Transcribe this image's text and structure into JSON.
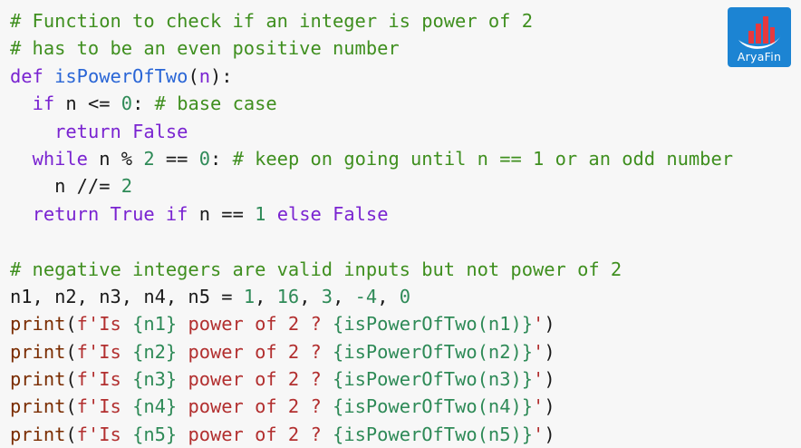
{
  "logo": {
    "text": "AryaFin"
  },
  "code_lines": [
    [
      {
        "t": "# Function to check if an integer is power of 2",
        "c": "comment"
      }
    ],
    [
      {
        "t": "# has to be an even positive number",
        "c": "comment"
      }
    ],
    [
      {
        "t": "def",
        "c": "keyword"
      },
      {
        "t": " ",
        "c": "plain"
      },
      {
        "t": "isPowerOfTwo",
        "c": "func"
      },
      {
        "t": "(",
        "c": "plain"
      },
      {
        "t": "n",
        "c": "keyword"
      },
      {
        "t": "):",
        "c": "plain"
      }
    ],
    [
      {
        "t": "  ",
        "c": "plain"
      },
      {
        "t": "if",
        "c": "keyword"
      },
      {
        "t": " n <= ",
        "c": "plain"
      },
      {
        "t": "0",
        "c": "num"
      },
      {
        "t": ": ",
        "c": "plain"
      },
      {
        "t": "# base case",
        "c": "comment"
      }
    ],
    [
      {
        "t": "    ",
        "c": "plain"
      },
      {
        "t": "return",
        "c": "keyword"
      },
      {
        "t": " ",
        "c": "plain"
      },
      {
        "t": "False",
        "c": "keyword"
      }
    ],
    [
      {
        "t": "  ",
        "c": "plain"
      },
      {
        "t": "while",
        "c": "keyword"
      },
      {
        "t": " n % ",
        "c": "plain"
      },
      {
        "t": "2",
        "c": "num"
      },
      {
        "t": " == ",
        "c": "plain"
      },
      {
        "t": "0",
        "c": "num"
      },
      {
        "t": ": ",
        "c": "plain"
      },
      {
        "t": "# keep on going until n == 1 or an odd number",
        "c": "comment"
      }
    ],
    [
      {
        "t": "    n //= ",
        "c": "plain"
      },
      {
        "t": "2",
        "c": "num"
      }
    ],
    [
      {
        "t": "  ",
        "c": "plain"
      },
      {
        "t": "return",
        "c": "keyword"
      },
      {
        "t": " ",
        "c": "plain"
      },
      {
        "t": "True",
        "c": "keyword"
      },
      {
        "t": " ",
        "c": "plain"
      },
      {
        "t": "if",
        "c": "keyword"
      },
      {
        "t": " n == ",
        "c": "plain"
      },
      {
        "t": "1",
        "c": "num"
      },
      {
        "t": " ",
        "c": "plain"
      },
      {
        "t": "else",
        "c": "keyword"
      },
      {
        "t": " ",
        "c": "plain"
      },
      {
        "t": "False",
        "c": "keyword"
      }
    ],
    [
      {
        "t": "",
        "c": "plain"
      }
    ],
    [
      {
        "t": "# negative integers are valid inputs but not power of 2",
        "c": "comment"
      }
    ],
    [
      {
        "t": "n1, n2, n3, n4, n5 = ",
        "c": "plain"
      },
      {
        "t": "1",
        "c": "num"
      },
      {
        "t": ", ",
        "c": "plain"
      },
      {
        "t": "16",
        "c": "num"
      },
      {
        "t": ", ",
        "c": "plain"
      },
      {
        "t": "3",
        "c": "num"
      },
      {
        "t": ", ",
        "c": "plain"
      },
      {
        "t": "-4",
        "c": "num"
      },
      {
        "t": ", ",
        "c": "plain"
      },
      {
        "t": "0",
        "c": "num"
      }
    ],
    [
      {
        "t": "print",
        "c": "call"
      },
      {
        "t": "(",
        "c": "plain"
      },
      {
        "t": "f'Is ",
        "c": "string"
      },
      {
        "t": "{n1}",
        "c": "interp"
      },
      {
        "t": " power of 2 ? ",
        "c": "string"
      },
      {
        "t": "{isPowerOfTwo(n1)}",
        "c": "interp"
      },
      {
        "t": "'",
        "c": "string"
      },
      {
        "t": ")",
        "c": "plain"
      }
    ],
    [
      {
        "t": "print",
        "c": "call"
      },
      {
        "t": "(",
        "c": "plain"
      },
      {
        "t": "f'Is ",
        "c": "string"
      },
      {
        "t": "{n2}",
        "c": "interp"
      },
      {
        "t": " power of 2 ? ",
        "c": "string"
      },
      {
        "t": "{isPowerOfTwo(n2)}",
        "c": "interp"
      },
      {
        "t": "'",
        "c": "string"
      },
      {
        "t": ")",
        "c": "plain"
      }
    ],
    [
      {
        "t": "print",
        "c": "call"
      },
      {
        "t": "(",
        "c": "plain"
      },
      {
        "t": "f'Is ",
        "c": "string"
      },
      {
        "t": "{n3}",
        "c": "interp"
      },
      {
        "t": " power of 2 ? ",
        "c": "string"
      },
      {
        "t": "{isPowerOfTwo(n3)}",
        "c": "interp"
      },
      {
        "t": "'",
        "c": "string"
      },
      {
        "t": ")",
        "c": "plain"
      }
    ],
    [
      {
        "t": "print",
        "c": "call"
      },
      {
        "t": "(",
        "c": "plain"
      },
      {
        "t": "f'Is ",
        "c": "string"
      },
      {
        "t": "{n4}",
        "c": "interp"
      },
      {
        "t": " power of 2 ? ",
        "c": "string"
      },
      {
        "t": "{isPowerOfTwo(n4)}",
        "c": "interp"
      },
      {
        "t": "'",
        "c": "string"
      },
      {
        "t": ")",
        "c": "plain"
      }
    ],
    [
      {
        "t": "print",
        "c": "call"
      },
      {
        "t": "(",
        "c": "plain"
      },
      {
        "t": "f'Is ",
        "c": "string"
      },
      {
        "t": "{n5}",
        "c": "interp"
      },
      {
        "t": " power of 2 ? ",
        "c": "string"
      },
      {
        "t": "{isPowerOfTwo(n5)}",
        "c": "interp"
      },
      {
        "t": "'",
        "c": "string"
      },
      {
        "t": ")",
        "c": "plain"
      }
    ]
  ]
}
